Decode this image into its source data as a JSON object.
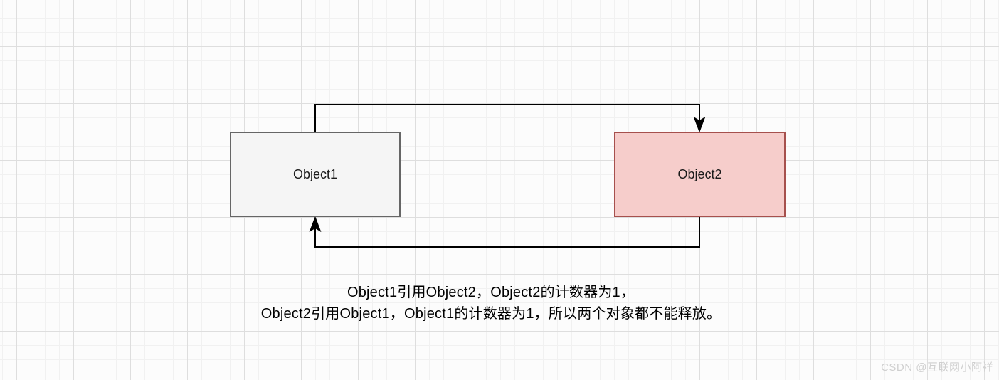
{
  "diagram": {
    "nodes": [
      {
        "id": "object1",
        "label": "Object1",
        "fill": "#f5f5f5",
        "border": "#666666"
      },
      {
        "id": "object2",
        "label": "Object2",
        "fill": "#f6cdcb",
        "border": "#a6504d"
      }
    ],
    "connectors": [
      {
        "from": "object1",
        "to": "object2",
        "route": "top",
        "arrow_color": "#000000"
      },
      {
        "from": "object2",
        "to": "object1",
        "route": "bottom",
        "arrow_color": "#000000"
      }
    ]
  },
  "caption": {
    "line1": "Object1引用Object2，Object2的计数器为1，",
    "line2": "Object2引用Object1，Object1的计数器为1，所以两个对象都不能释放。"
  },
  "watermark": {
    "text": "CSDN @互联网小阿祥"
  }
}
